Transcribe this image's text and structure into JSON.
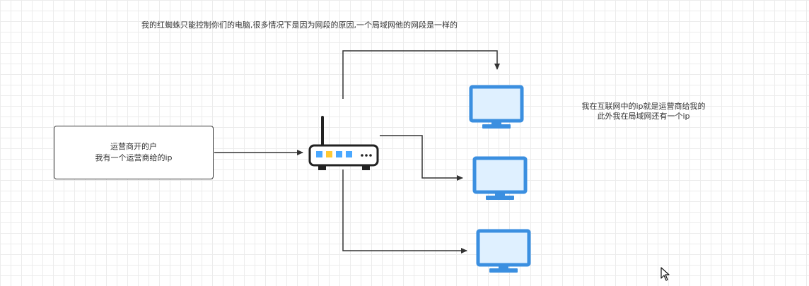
{
  "notes": {
    "top": "我的红蜘蛛只能控制你们的电脑,很多情况下是因为网段的原因,一个局域网他的网段是一样的",
    "right_line1": "我在互联网中的ip就是运营商给我的",
    "right_line2": "此外我在局域网还有一个ip"
  },
  "isp_box": {
    "line1": "运营商开的户",
    "line2": "我有一个运营商给的ip"
  },
  "colors": {
    "line": "#333333",
    "monitor": "#3b8fe0",
    "monitor_screen": "#dff0ff",
    "router_outline": "#222222",
    "router_lights": [
      "#4aa8ff",
      "#ffc933",
      "#4aa8ff",
      "#4aa8ff"
    ]
  },
  "icons": {
    "router": "router-icon",
    "monitor": "monitor-icon",
    "cursor": "mouse-cursor-icon"
  }
}
